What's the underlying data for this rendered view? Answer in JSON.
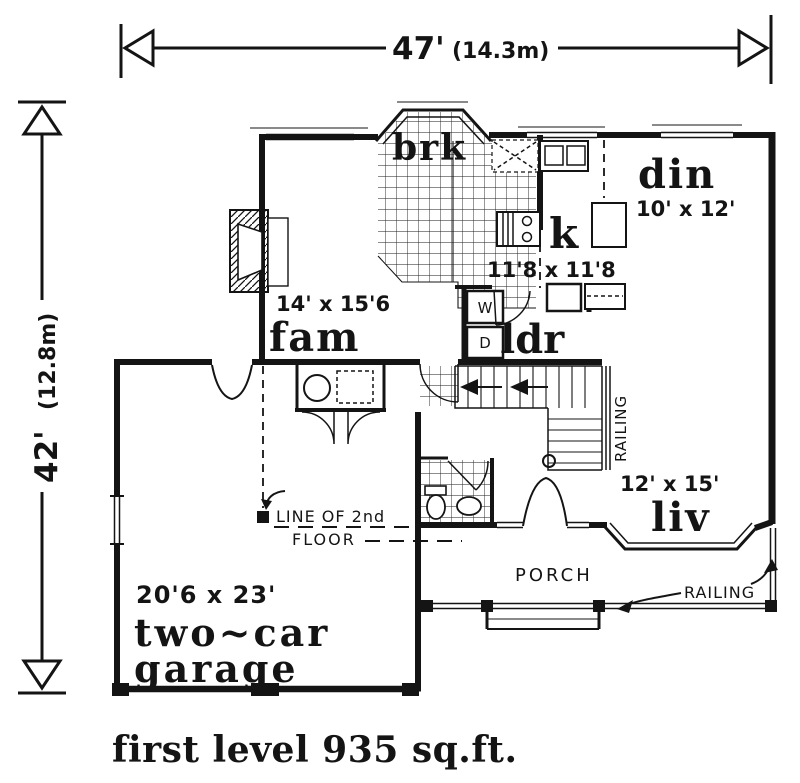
{
  "caption": "first level 935 sq.ft.",
  "dimensions": {
    "width_feet": "47'",
    "width_meters": "(14.3m)",
    "height_feet": "42'",
    "height_meters": "(12.8m)"
  },
  "rooms": {
    "breakfast": {
      "label": "brk"
    },
    "dining": {
      "label": "din",
      "size": "10' x 12'"
    },
    "kitchen": {
      "label": "k",
      "size": "11'8 x 11'8"
    },
    "family": {
      "label": "fam",
      "size": "14' x 15'6"
    },
    "laundry": {
      "label": "ldr"
    },
    "living": {
      "label": "liv",
      "size": "12' x 15'"
    },
    "garage": {
      "size": "20'6 x 23'",
      "label_line1": "two~car",
      "label_line2": "garage"
    }
  },
  "fixtures": {
    "washer": "W",
    "dryer": "D"
  },
  "annotations": {
    "second_floor_line_1": "LINE OF 2nd",
    "second_floor_line_2": "FLOOR",
    "porch": "PORCH",
    "porch_railing": "RAILING",
    "stair_railing": "RAILING"
  },
  "colors": {
    "ink": "#141414",
    "paper": "#ffffff"
  }
}
